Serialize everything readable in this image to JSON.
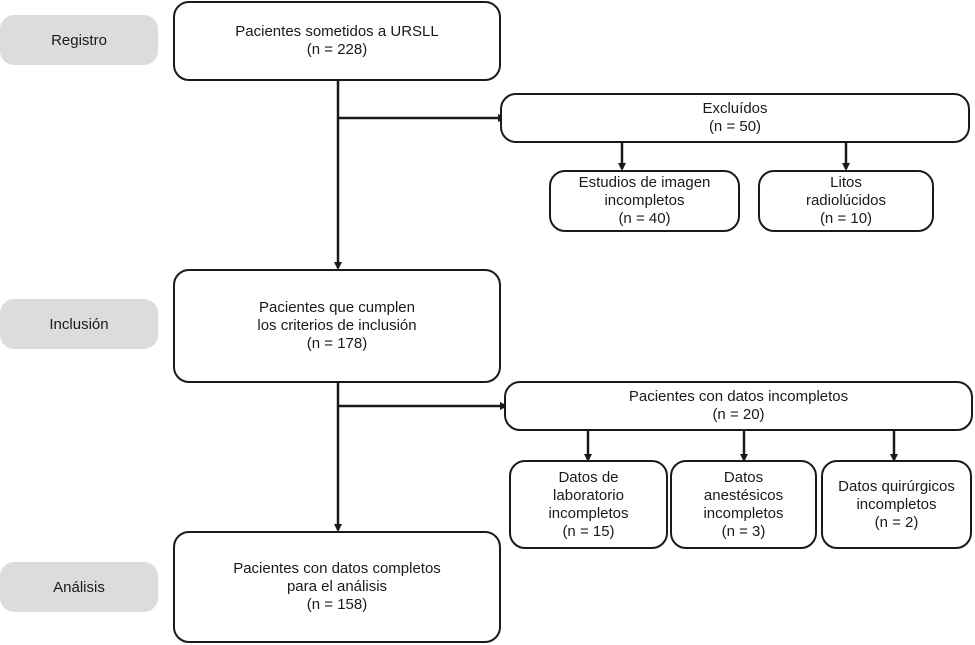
{
  "stages": {
    "registro": "Registro",
    "inclusion": "Inclusión",
    "analisis": "Análisis"
  },
  "boxes": {
    "registered": {
      "lines": [
        "Pacientes sometidos a URSLL",
        "(n = 228)"
      ]
    },
    "excluded": {
      "lines": [
        "Excluídos",
        "(n = 50)"
      ]
    },
    "incomplete_imaging": {
      "lines": [
        "Estudios de imagen",
        "incompletos",
        "(n = 40)"
      ]
    },
    "radiolucent_stones": {
      "lines": [
        "Litos",
        "radiolúcidos",
        "(n = 10)"
      ]
    },
    "inclusion_criteria": {
      "lines": [
        "Pacientes que cumplen",
        "los criterios de inclusión",
        "(n = 178)"
      ]
    },
    "incomplete_data": {
      "lines": [
        "Pacientes con datos incompletos",
        "(n = 20)"
      ]
    },
    "lab_data": {
      "lines": [
        "Datos de",
        "laboratorio",
        "incompletos",
        "(n = 15)"
      ]
    },
    "anesthetic_data": {
      "lines": [
        "Datos",
        "anestésicos",
        "incompletos",
        "(n = 3)"
      ]
    },
    "surgical_data": {
      "lines": [
        "Datos quirúrgicos",
        "incompletos",
        "(n = 2)"
      ]
    },
    "analysis": {
      "lines": [
        "Pacientes con datos completos",
        "para el análisis",
        "(n = 158)"
      ]
    }
  }
}
